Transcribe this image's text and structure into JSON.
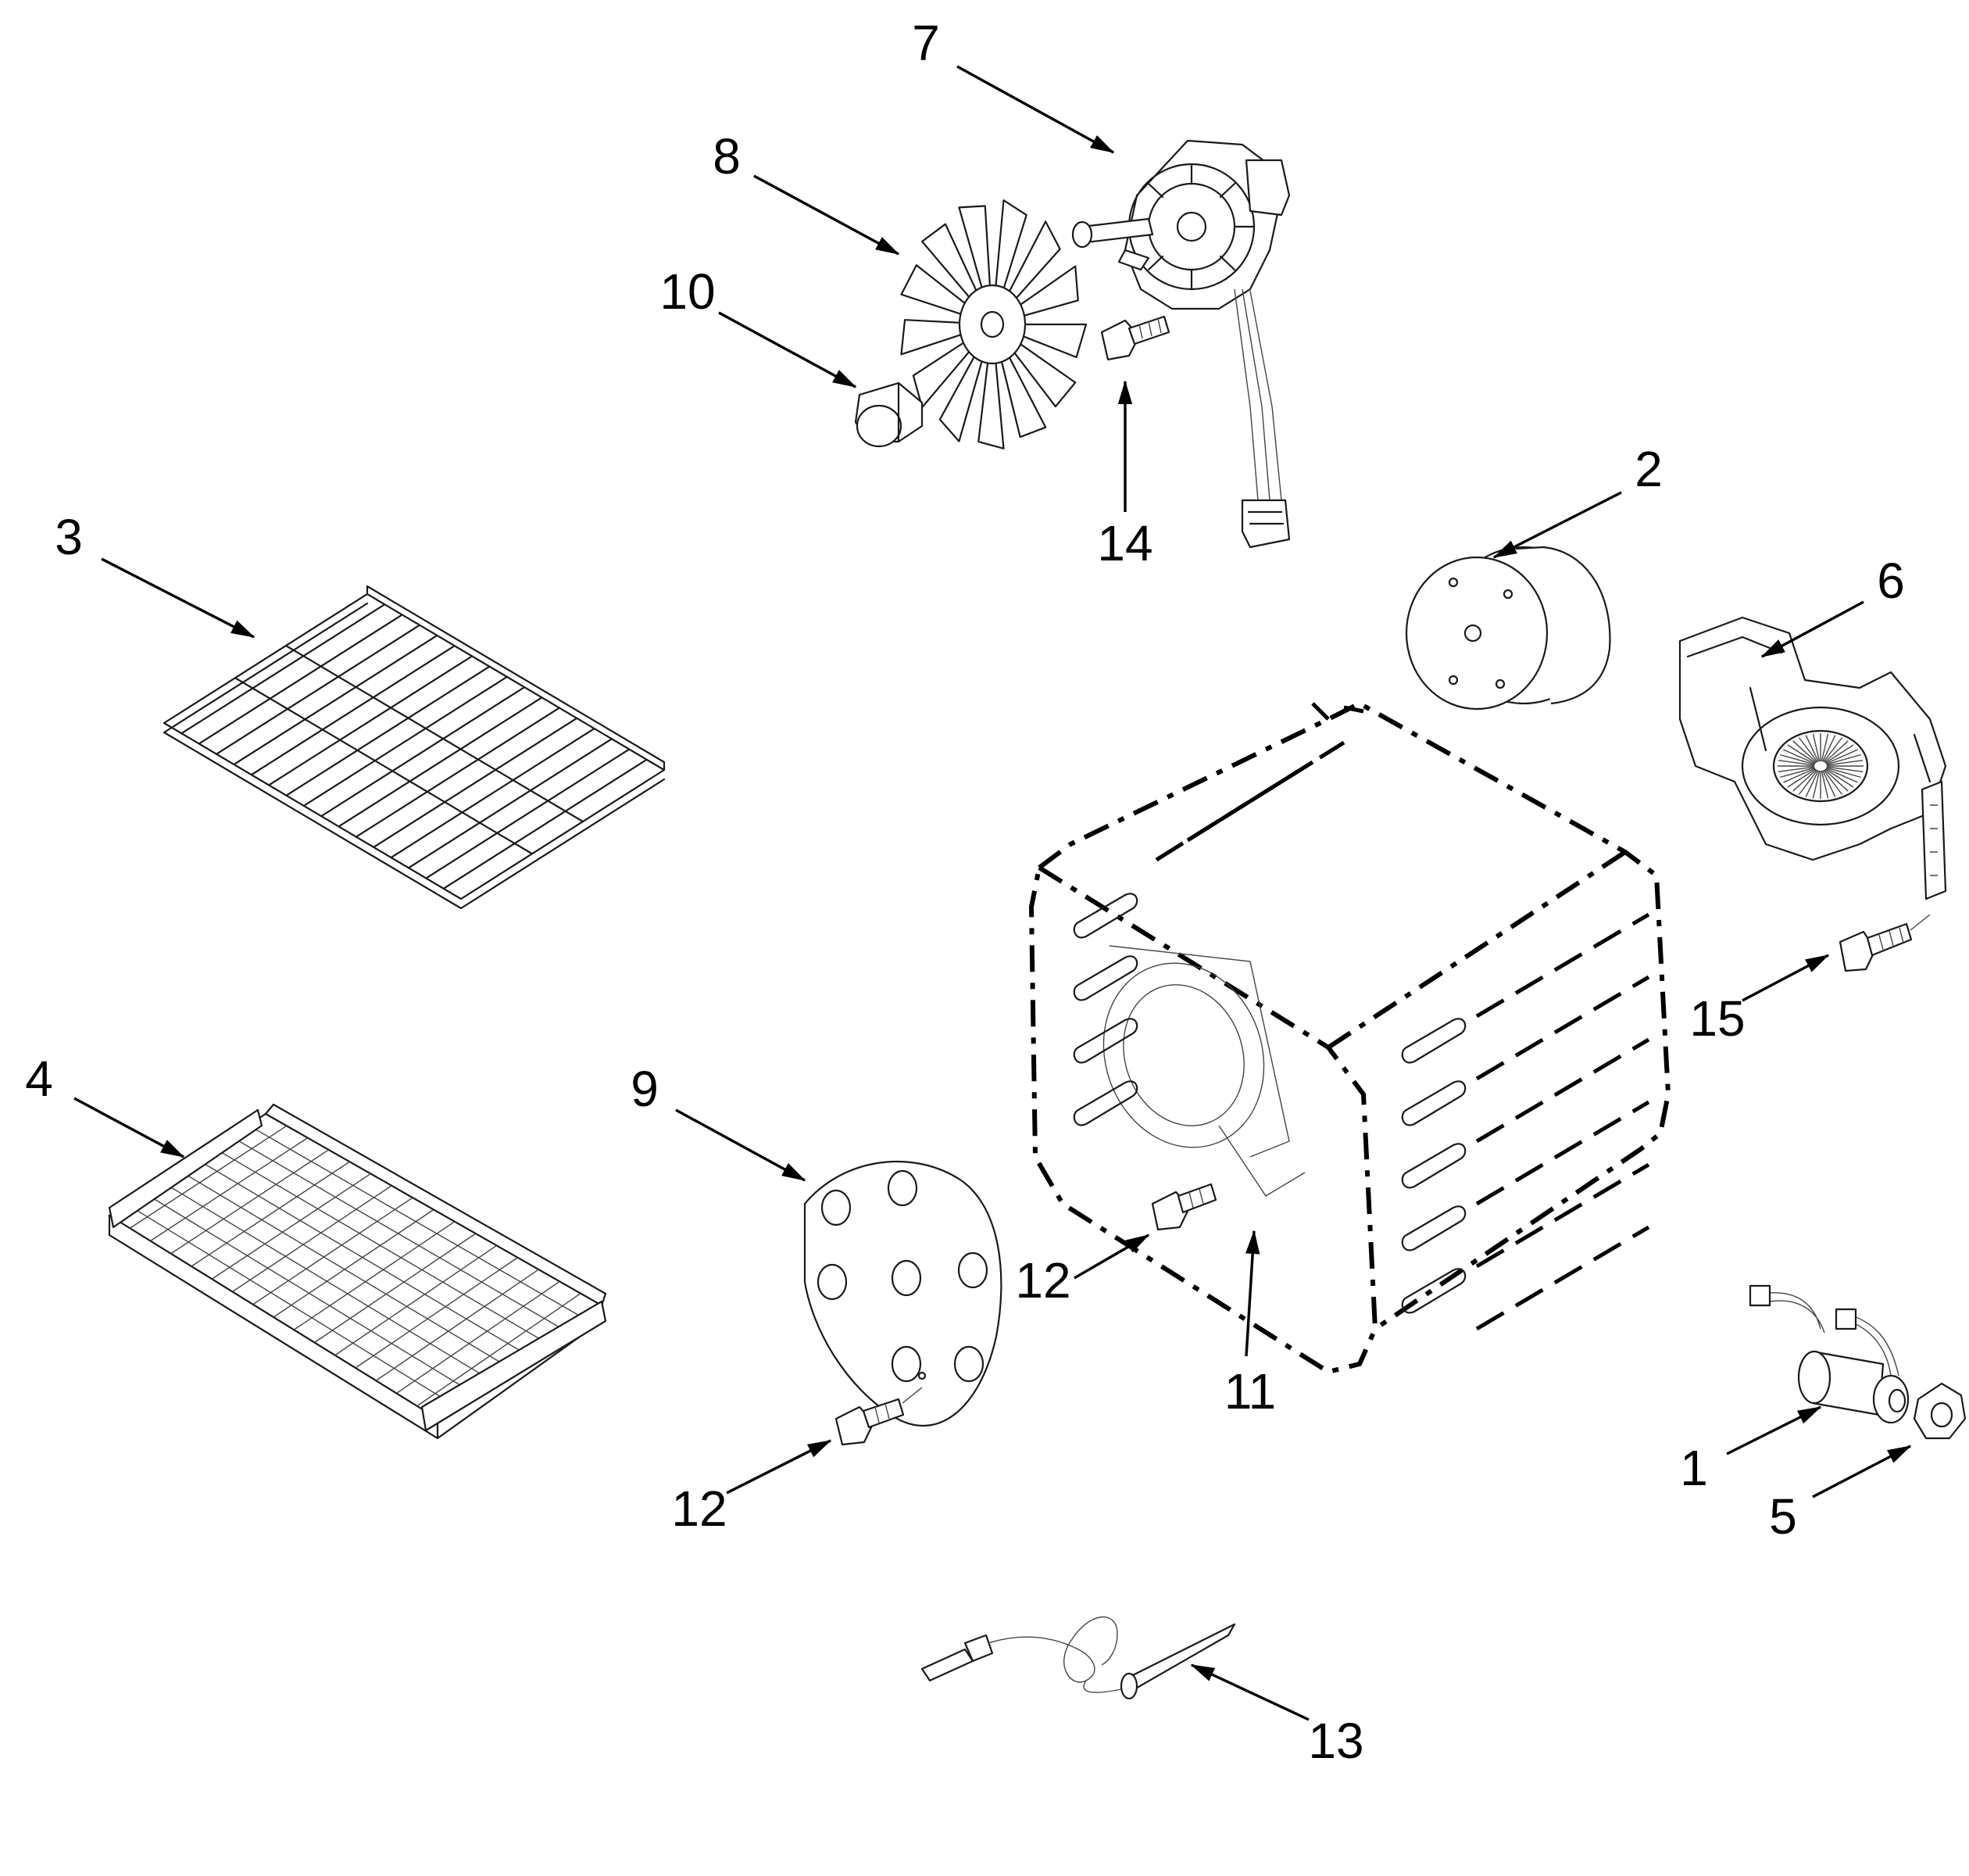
{
  "diagram": {
    "callouts": [
      {
        "id": "c7",
        "label": "7"
      },
      {
        "id": "c8",
        "label": "8"
      },
      {
        "id": "c10",
        "label": "10"
      },
      {
        "id": "c14",
        "label": "14"
      },
      {
        "id": "c2",
        "label": "2"
      },
      {
        "id": "c3",
        "label": "3"
      },
      {
        "id": "c6",
        "label": "6"
      },
      {
        "id": "c15",
        "label": "15"
      },
      {
        "id": "c4",
        "label": "4"
      },
      {
        "id": "c9",
        "label": "9"
      },
      {
        "id": "c12a",
        "label": "12"
      },
      {
        "id": "c11",
        "label": "11"
      },
      {
        "id": "c12b",
        "label": "12"
      },
      {
        "id": "c1",
        "label": "1"
      },
      {
        "id": "c5",
        "label": "5"
      },
      {
        "id": "c13",
        "label": "13"
      }
    ]
  }
}
